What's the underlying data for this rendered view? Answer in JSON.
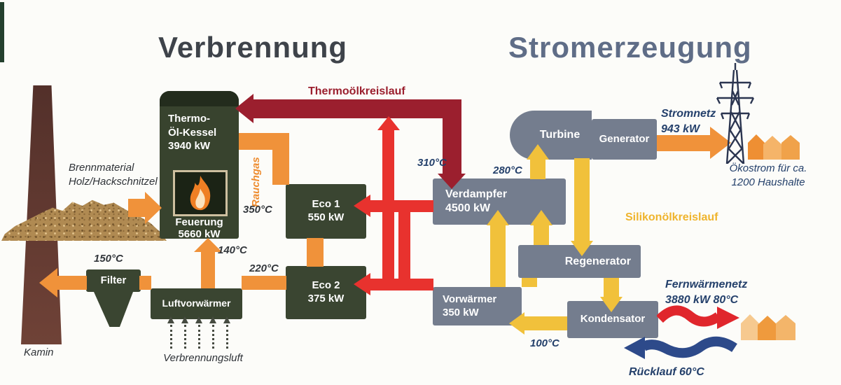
{
  "titles": {
    "combustion": "Verbrennung",
    "power": "Stromerzeugung"
  },
  "components": {
    "boiler": {
      "line1": "Thermo-",
      "line2": "Öl-Kessel",
      "line3": "3940 kW"
    },
    "furnace": {
      "line1": "Feuerung",
      "line2": "5660 kW"
    },
    "eco1": {
      "line1": "Eco 1",
      "line2": "550 kW"
    },
    "eco2": {
      "line1": "Eco 2",
      "line2": "375 kW"
    },
    "filter": {
      "line1": "Filter"
    },
    "air_preheater": {
      "line1": "Luftvorwärmer"
    },
    "evaporator": {
      "line1": "Verdampfer",
      "line2": "4500 kW"
    },
    "preheater": {
      "line1": "Vorwärmer",
      "line2": "350 kW"
    },
    "turbine": {
      "line1": "Turbine"
    },
    "generator": {
      "line1": "Generator"
    },
    "regenerator": {
      "line1": "Regenerator"
    },
    "condenser": {
      "line1": "Kondensator"
    }
  },
  "labels": {
    "thermo_oil_loop": "Thermoölkreislauf",
    "silicone_oil_loop": "Silikonölkreislauf",
    "flue_gas": "Rauchgas",
    "fuel_line1": "Brennmaterial",
    "fuel_line2": "Holz/Hackschnitzel",
    "chimney": "Kamin",
    "combustion_air": "Verbrennungsluft",
    "grid_line1": "Stromnetz",
    "grid_line2": "943 kW",
    "green_power_line1": "Ökostrom für ca.",
    "green_power_line2": "1200 Haushalte",
    "district_heat_line1": "Fernwärmenetz",
    "district_heat_line2": "3880 kW 80°C",
    "return_flow": "Rücklauf 60°C"
  },
  "temperatures": {
    "flue_at_eco1": "350°C",
    "flue_to_stack": "150°C",
    "air_to_furnace": "140°C",
    "flue_at_eco2": "220°C",
    "thermo_oil_supply": "310°C",
    "turbine_inlet": "280°C",
    "condensate_return": "100°C"
  },
  "colors": {
    "combustion_box": "#3a4531",
    "power_box": "#747d8e",
    "flue_gas_orange": "#f0923a",
    "silicone_oil_yellow": "#f1c13b",
    "thermo_oil_dark_red": "#9b1f2e",
    "thermo_oil_red": "#e8322e",
    "district_heat_red": "#e0262c",
    "return_blue": "#2d4a8a",
    "annotation_navy": "#24406b",
    "title_combustion": "#3e434a",
    "title_power": "#5f6d87"
  }
}
